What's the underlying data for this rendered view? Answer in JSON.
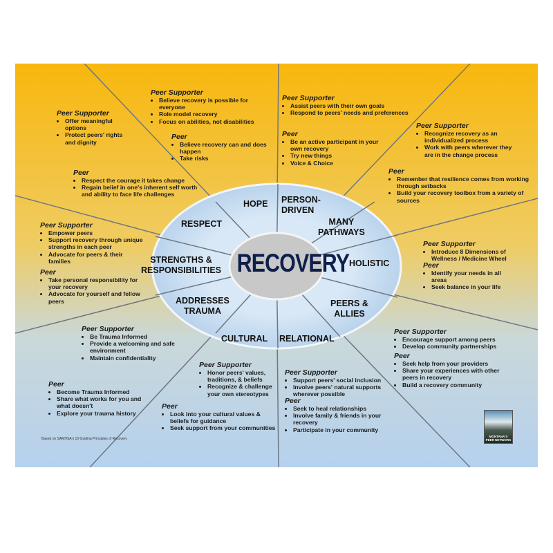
{
  "center_title": "RECOVERY",
  "principles": [
    "HOPE",
    "PERSON-DRIVEN",
    "MANY PATHWAYS",
    "HOLISTIC",
    "PEERS & ALLIES",
    "RELATIONAL",
    "CULTURAL",
    "ADDRESSES TRAUMA",
    "STRENGTHS & RESPONSIBILITIES",
    "RESPECT"
  ],
  "principle_lines": {
    "person_driven": [
      "PERSON-",
      "DRIVEN"
    ],
    "many_pathways": [
      "MANY",
      "PATHWAYS"
    ],
    "peers_allies": [
      "PEERS &",
      "ALLIES"
    ],
    "addresses_trauma": [
      "ADDRESSES",
      "TRAUMA"
    ],
    "strengths": [
      "STRENGTHS &",
      "RESPONSIBILITIES"
    ]
  },
  "blocks": {
    "respect_ps": {
      "heading": "Peer Supporter",
      "items": [
        "Offer meaningful options",
        "Protect peers' rights and dignity"
      ]
    },
    "respect_peer": {
      "heading": "Peer",
      "items": [
        "Respect the courage it takes change",
        "Regain belief in one's  inherent self worth and ability to face life challenges"
      ]
    },
    "hope_ps": {
      "heading": "Peer Supporter",
      "items": [
        "Believe recovery is possible for everyone",
        "Role model recovery",
        "Focus on abilities, not disabilities"
      ]
    },
    "hope_peer": {
      "heading": "Peer",
      "items": [
        "Believe recovery can and does happen",
        "Take risks"
      ]
    },
    "person_ps": {
      "heading": "Peer Supporter",
      "items": [
        "Assist peers with their own goals",
        "Respond to peers' needs and preferences"
      ]
    },
    "person_peer": {
      "heading": "Peer",
      "items": [
        "Be an active participant in your own recovery",
        "Try new things",
        "Voice & Choice"
      ]
    },
    "pathways_ps": {
      "heading": "Peer  Supporter",
      "items": [
        "Recognize recovery as an individualized process",
        "Work with peers wherever they are in the change process"
      ]
    },
    "pathways_peer": {
      "heading": "Peer",
      "items": [
        "Remember that resilience comes from working through setbacks",
        "Build your recovery toolbox from a variety of sources"
      ]
    },
    "strengths_ps": {
      "heading": "Peer Supporter",
      "items": [
        "Empower peers",
        "Support recovery through unique strengths in each peer",
        "Advocate for peers & their families"
      ]
    },
    "strengths_peer": {
      "heading": "Peer",
      "items": [
        "Take personal responsibility  for your recovery",
        "Advocate for yourself and fellow peers"
      ]
    },
    "holistic_ps": {
      "heading": "Peer Supporter",
      "items": [
        "Introduce 8 Dimensions of Wellness / Medicine Wheel"
      ]
    },
    "holistic_peer": {
      "heading": "Peer",
      "items": [
        "Identify your needs  in all areas",
        "Seek balance in your life"
      ]
    },
    "trauma_ps": {
      "heading": "Peer Supporter",
      "items": [
        "Be Trauma Informed",
        "Provide a welcoming and safe environment",
        "Maintain confidentiality"
      ]
    },
    "trauma_peer": {
      "heading": "Peer",
      "items": [
        " Become Trauma  Informed",
        "Share what works for you and what doesn't",
        "Explore your trauma history"
      ]
    },
    "cultural_ps": {
      "heading": "Peer Supporter",
      "items": [
        "Honor peers' values, traditions, & beliefs",
        "Recognize & challenge your own  stereotypes"
      ]
    },
    "cultural_peer": {
      "heading": "Peer",
      "items": [
        "Look into your cultural values & beliefs  for guidance",
        "Seek support from your communities"
      ]
    },
    "relational_ps": {
      "heading": "Peer Supporter",
      "items": [
        "Support peers' social inclusion",
        "Involve peers' natural supports wherever possible"
      ]
    },
    "relational_peer": {
      "heading": "Peer",
      "items": [
        "Seek  to  heal relationships",
        "Involve family & friends in your recovery",
        "Participate in your community"
      ]
    },
    "allies_ps": {
      "heading": "Peer Supporter",
      "items": [
        "Encourage support among peers",
        "Develop community partnerships"
      ]
    },
    "allies_peer": {
      "heading": "Peer",
      "items": [
        "Seek help from your providers",
        "Share your experiences with other peers in recovery",
        "Build a recovery community"
      ]
    }
  },
  "footnote": "Based on SAMHSA's 10 Guiding Principles of Recovery",
  "logo_text": "MONTANA'S PEER NETWORK",
  "colors": {
    "top": "#f7b50f",
    "bottom": "#b7d2ec",
    "oval": "#cfe2f3",
    "center": "#c9c9c9",
    "line": "#6f7780"
  }
}
